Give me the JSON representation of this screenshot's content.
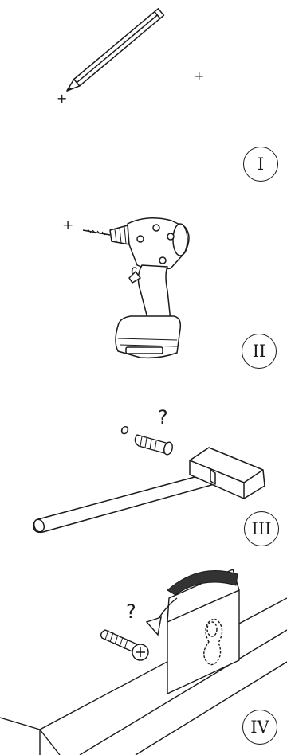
{
  "steps": [
    {
      "numeral": "I",
      "marks": {
        "plus_a": "+",
        "plus_b": "+"
      }
    },
    {
      "numeral": "II",
      "marks": {
        "plus": "+"
      }
    },
    {
      "numeral": "III",
      "marks": {
        "question": "?",
        "circle": "o"
      }
    },
    {
      "numeral": "IV",
      "marks": {
        "question": "?"
      }
    }
  ],
  "colors": {
    "line": "#1a1a1a",
    "background": "#ffffff",
    "arrow_fill": "#333333"
  },
  "icons": [
    "pencil-icon",
    "cordless-drill-icon",
    "wall-plug-icon",
    "hammer-icon",
    "screw-icon",
    "curved-arrow-icon",
    "bracket-icon"
  ]
}
